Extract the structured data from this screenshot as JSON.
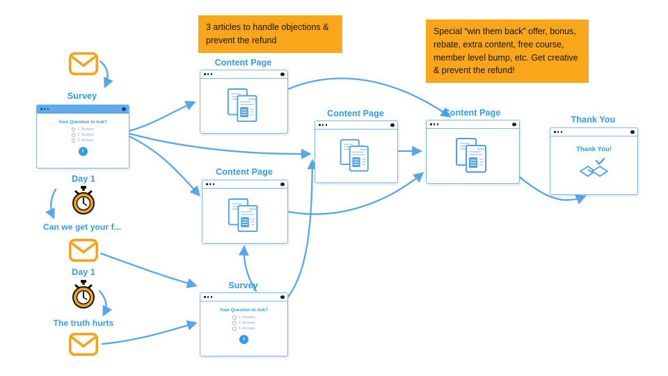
{
  "notes": {
    "objections": "3 articles to handle objections & prevent the refund",
    "win_back": "Special “win them back” offer, bonus, rebate, extra content, free course, member level bump, etc. Get creative & prevent the refund!"
  },
  "labels": {
    "survey_left": "Survey",
    "day1_first": "Day 1",
    "feedback": "Can we get your f...",
    "day1_second": "Day 1",
    "truth": "The truth hurts",
    "content_top": "Content Page",
    "content_mid": "Content Page",
    "survey_bottom": "Survey",
    "content_2": "Content Page",
    "content_3": "Content Page",
    "thank_you": "Thank You"
  },
  "survey_window": {
    "question": "Your Question to Ask?",
    "options": [
      "1. Answer",
      "2. Answer",
      "3. Answer"
    ],
    "next_icon": "›"
  },
  "thank_you_window": {
    "message": "Thank You!"
  },
  "colors": {
    "label_blue": "#2F9CE8",
    "arrow_blue": "#55A6ED",
    "note_orange": "#F9A61B",
    "icon_orange": "#F5A31C"
  }
}
